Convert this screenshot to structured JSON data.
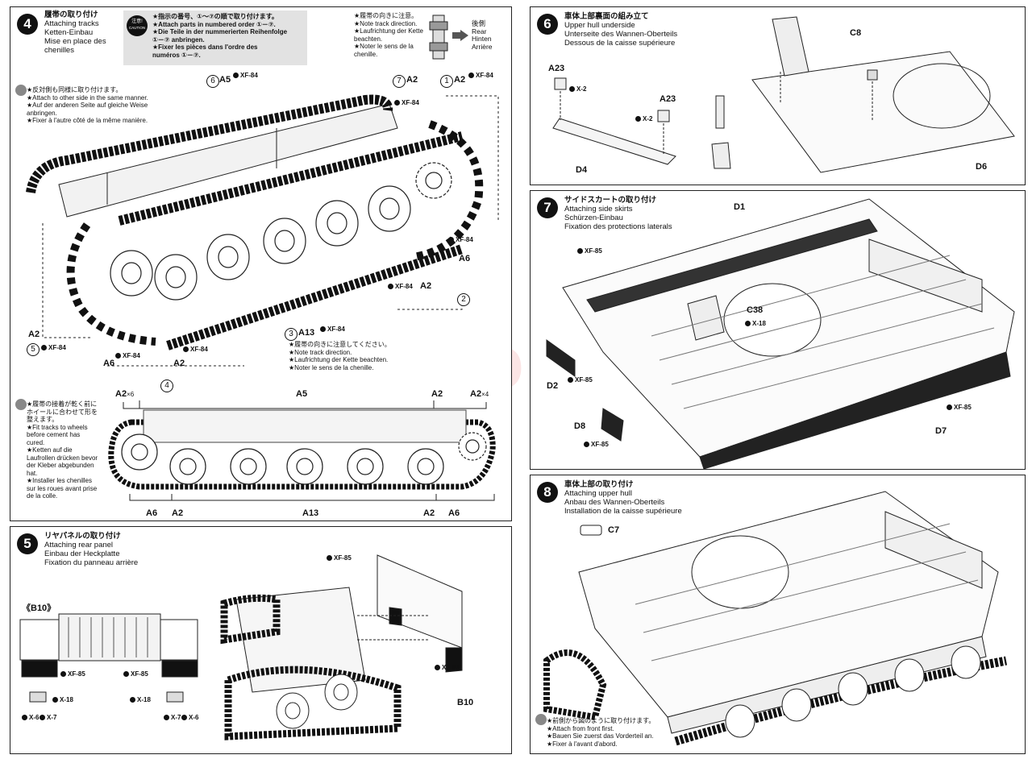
{
  "watermark": "www.modelik.cz",
  "step4": {
    "num": "4",
    "title": [
      "履帯の取り付け",
      "Attaching tracks",
      "Ketten-Einbau",
      "Mise en place des",
      "chenilles"
    ],
    "caution_badge": "注意!",
    "caution_sub": "CAUTION",
    "caution": [
      "★指示の番号、①～⑦の順で取り付けます。",
      "★Attach parts in numbered order ①－⑦.",
      "★Die Teile in der nummerierten Reihenfolge",
      "①－⑦ anbringen.",
      "★Fixer les pièces dans l'ordre des",
      "numéros ①－⑦."
    ],
    "track_dir": [
      "★履帯の向きに注意。",
      "★Note track direction.",
      "★Laufrichtung der Kette",
      "beachten.",
      "★Noter le sens de la",
      "chenille."
    ],
    "rear": [
      "後側",
      "Rear",
      "Hinten",
      "Arrière"
    ],
    "other_side": [
      "★反対側も同様に取り付けます。",
      "★Attach to other side in the same manner.",
      "★Auf der anderen Seite auf gleiche Weise",
      "anbringen.",
      "★Fixer à l'autre côté de la même manière."
    ],
    "fit_tracks": [
      "★履帯の接着が乾く前に",
      "ホイールに合わせて形を",
      "整えます。",
      "★Fit tracks to wheels",
      "before cement has",
      "cured.",
      "★Ketten auf die",
      "Laufrollen drücken bevor",
      "der Kleber abgebunden",
      "hat.",
      "★Installer les chenilles",
      "sur les roues avant prise",
      "de la colle."
    ],
    "note_dir": [
      "★履帯の向きに注意してください。",
      "★Note track direction.",
      "★Laufrichtung der Kette beachten.",
      "★Noter le sens de la chenille."
    ],
    "labels": {
      "n6": "6",
      "a5": "A5",
      "n7": "7",
      "a2a": "A2",
      "n1": "1",
      "a2b": "A2",
      "a6a": "A6",
      "a2c": "A2",
      "n2": "2",
      "n3": "3",
      "a13": "A13",
      "a2d": "A2",
      "n5": "5",
      "a6b": "A6",
      "a2e": "A2",
      "n4": "4"
    },
    "paints": {
      "xf84": "XF-84"
    },
    "bottom_labels": {
      "a2x6": "A2",
      "x6": "×6",
      "a5": "A5",
      "a2m": "A2",
      "a2x4": "A2",
      "x4": "×4",
      "a6l": "A6",
      "a2l": "A2",
      "a13": "A13",
      "a2r": "A2",
      "a6r": "A6"
    }
  },
  "step5": {
    "num": "5",
    "title": [
      "リヤパネルの取り付け",
      "Attaching rear panel",
      "Einbau der Heckplatte",
      "Fixation du panneau arrière"
    ],
    "b10_title": "《B10》",
    "b10": "B10",
    "paints": {
      "xf85": "XF-85",
      "x18": "X-18",
      "x6": "X-6",
      "x7": "X-7"
    }
  },
  "step6": {
    "num": "6",
    "title": [
      "車体上部裏面の組み立て",
      "Upper hull underside",
      "Unterseite des Wannen-Oberteils",
      "Dessous de la caisse supérieure"
    ],
    "labels": {
      "a23a": "A23",
      "a23b": "A23",
      "d4": "D4",
      "c8": "C8",
      "d6": "D6"
    },
    "paints": {
      "x2": "X-2"
    }
  },
  "step7": {
    "num": "7",
    "title": [
      "サイドスカートの取り付け",
      "Attaching side skirts",
      "Schürzen-Einbau",
      "Fixation des protections laterals"
    ],
    "labels": {
      "d1": "D1",
      "c38": "C38",
      "d2": "D2",
      "d8": "D8",
      "d7": "D7"
    },
    "paints": {
      "xf85": "XF-85",
      "x18": "X-18"
    }
  },
  "step8": {
    "num": "8",
    "title": [
      "車体上部の取り付け",
      "Attaching upper hull",
      "Anbau des Wannen-Oberteils",
      "Installation de la caisse supérieure"
    ],
    "labels": {
      "c7": "C7"
    },
    "front_first": [
      "★前側から図のように取り付けます。",
      "★Attach from front first.",
      "★Bauen Sie zuerst das Vorderteil an.",
      "★Fixer à l'avant d'abord."
    ]
  }
}
